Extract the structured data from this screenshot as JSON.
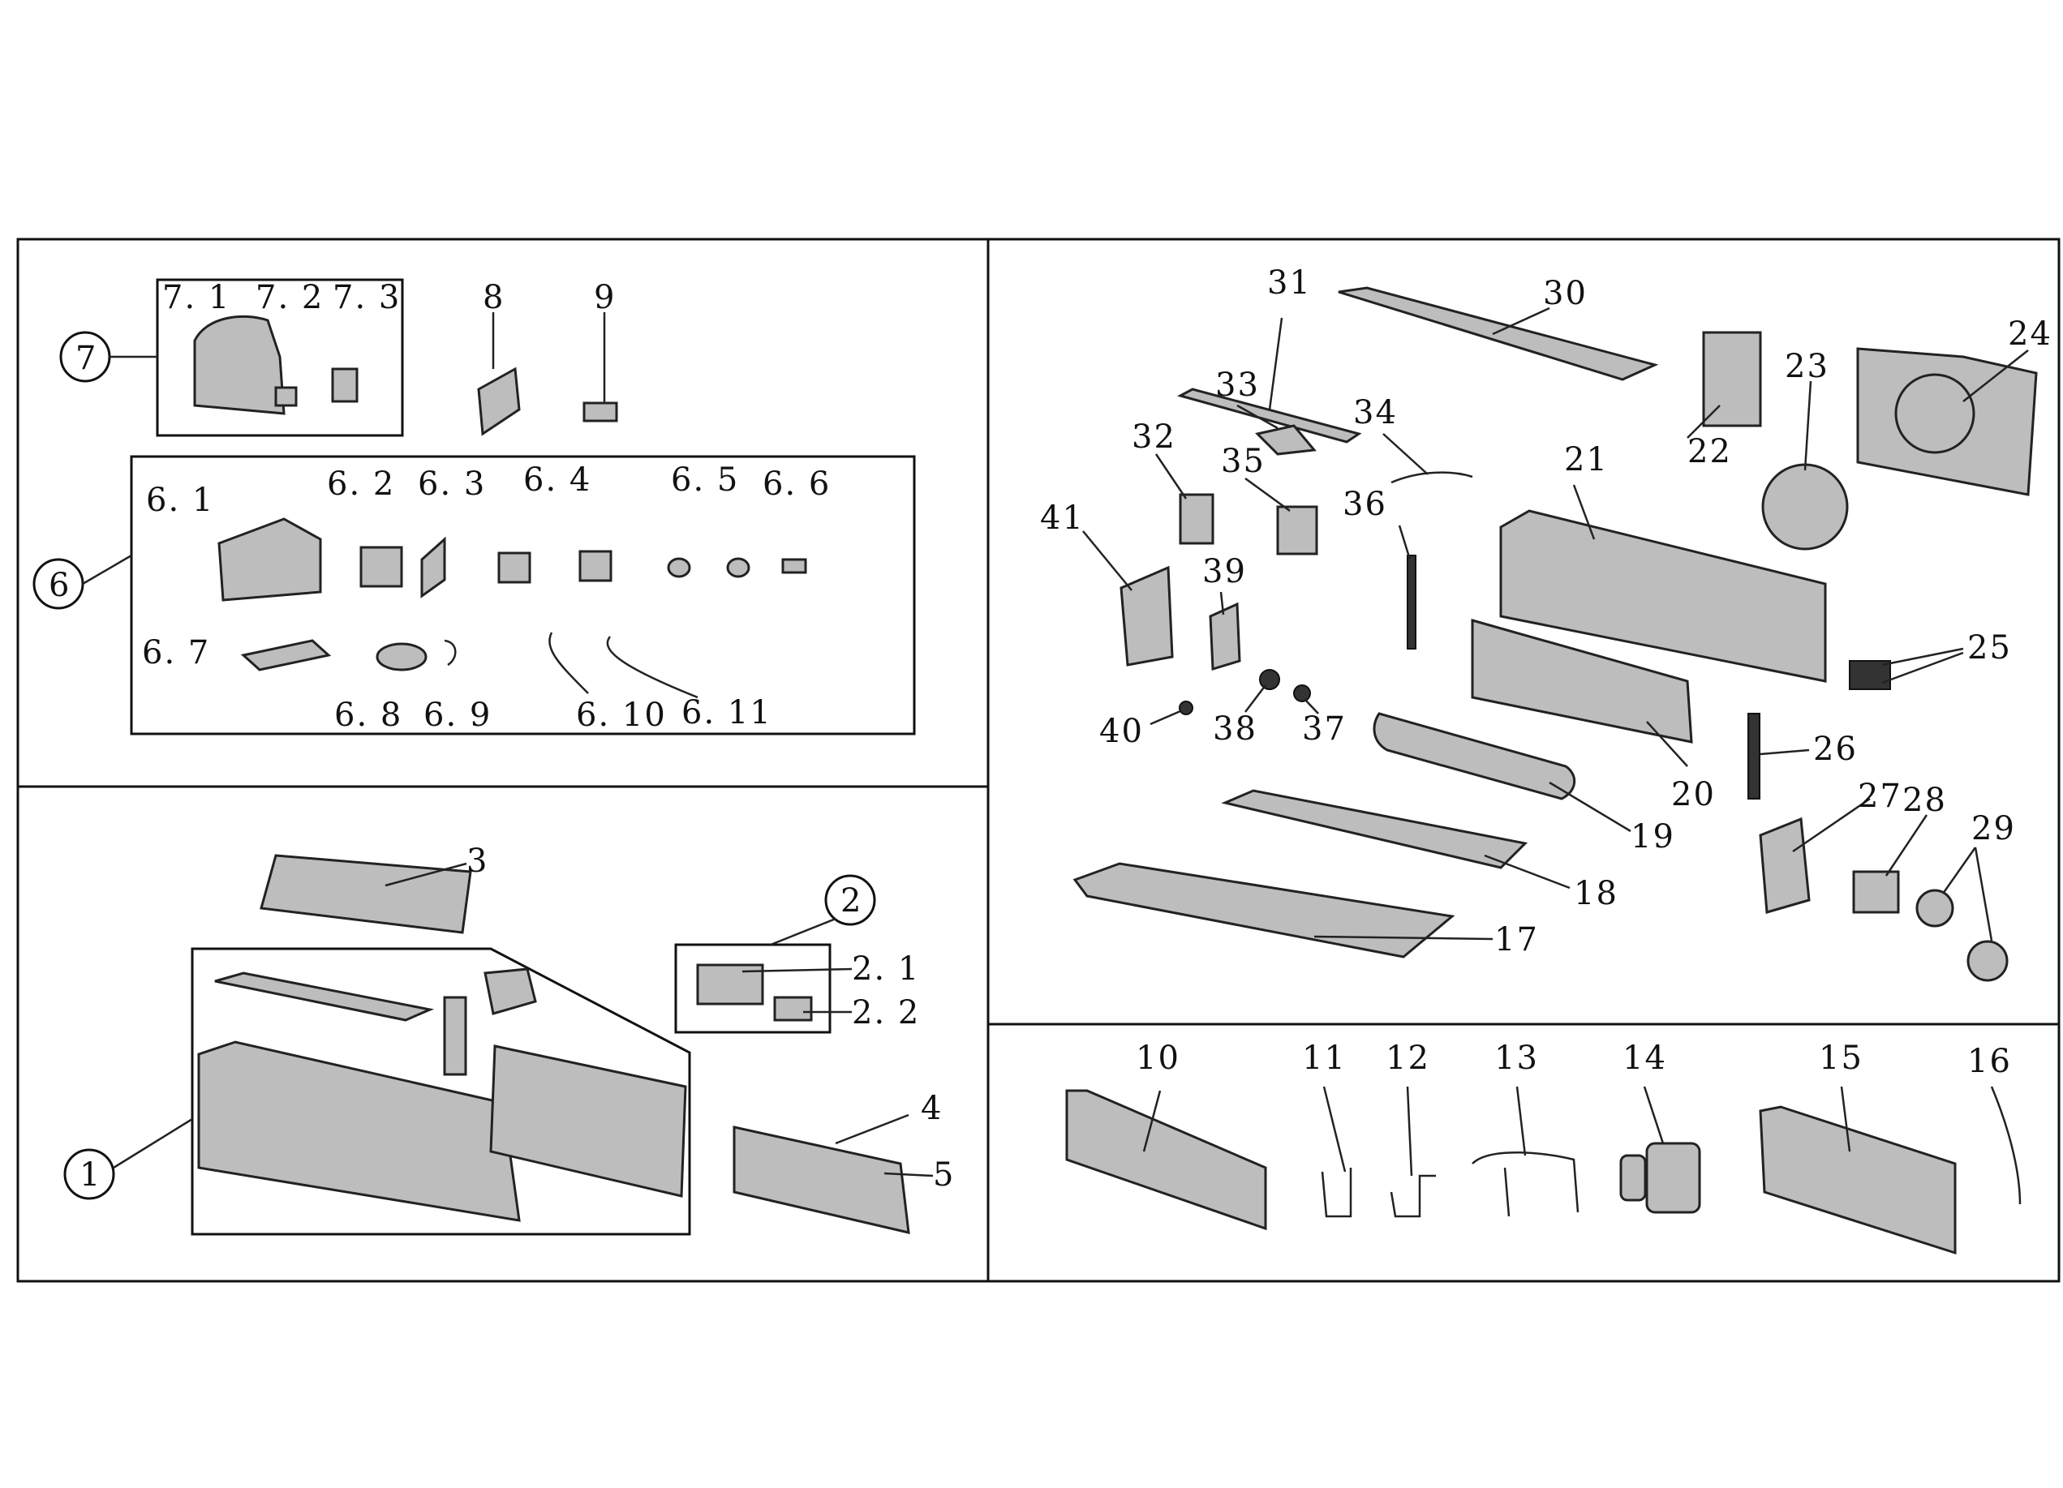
{
  "colors": {
    "ink": "#111111",
    "background": "#ffffff",
    "part_fill": "#bdbdbd"
  },
  "labels": {
    "p1": "1",
    "p2": "2",
    "p2_1": "2. 1",
    "p2_2": "2. 2",
    "p3": "3",
    "p4": "4",
    "p5": "5",
    "p6": "6",
    "p6_1": "6. 1",
    "p6_2": "6. 2",
    "p6_3": "6. 3",
    "p6_4": "6. 4",
    "p6_5": "6. 5",
    "p6_6": "6. 6",
    "p6_7": "6. 7",
    "p6_8": "6. 8",
    "p6_9": "6. 9",
    "p6_10": "6. 10",
    "p6_11": "6. 11",
    "p7": "7",
    "p7_1": "7. 1",
    "p7_2": "7. 2",
    "p7_3": "7. 3",
    "p8": "8",
    "p9": "9",
    "p10": "10",
    "p11": "11",
    "p12": "12",
    "p13": "13",
    "p14": "14",
    "p15": "15",
    "p16": "16",
    "p17": "17",
    "p18": "18",
    "p19": "19",
    "p20": "20",
    "p21": "21",
    "p22": "22",
    "p23": "23",
    "p24": "24",
    "p25": "25",
    "p26": "26",
    "p27": "27",
    "p28": "28",
    "p29": "29",
    "p30": "30",
    "p31": "31",
    "p32": "32",
    "p33": "33",
    "p34": "34",
    "p35": "35",
    "p36": "36",
    "p37": "37",
    "p38": "38",
    "p39": "39",
    "p40": "40",
    "p41": "41"
  }
}
